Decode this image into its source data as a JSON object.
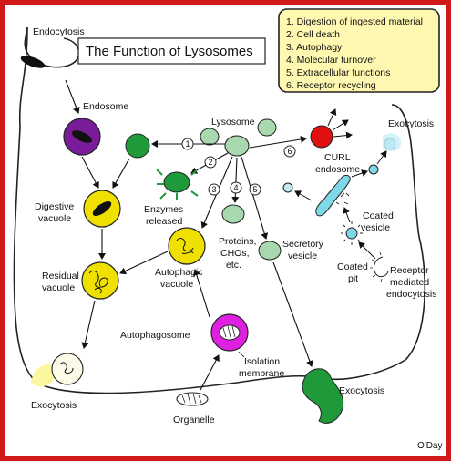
{
  "title": "The Function of Lysosomes",
  "legend": {
    "items": [
      "1. Digestion of ingested material",
      "2. Cell death",
      "3. Autophagy",
      "4. Molecular turnover",
      "5. Extracellular functions",
      "6. Receptor recycling"
    ]
  },
  "labels": {
    "endocytosis": "Endocytosis",
    "endosome": "Endosome",
    "lysosome": "Lysosome",
    "digestive_vacuole_1": "Digestive",
    "digestive_vacuole_2": "vacuole",
    "residual_vacuole_1": "Residual",
    "residual_vacuole_2": "vacuole",
    "enzymes_released_1": "Enzymes",
    "enzymes_released_2": "released",
    "autophagic_vacuole_1": "Autophagic",
    "autophagic_vacuole_2": "vacuole",
    "proteins_1": "Proteins,",
    "proteins_2": "CHOs,",
    "proteins_3": "etc.",
    "secretory_vesicle_1": "Secretory",
    "secretory_vesicle_2": "vesicle",
    "curl_endosome_1": "CURL",
    "curl_endosome_2": "endosome",
    "exocytosis_top": "Exocytosis",
    "coated_vesicle_1": "Coated",
    "coated_vesicle_2": "vesicle",
    "coated_pit_1": "Coated",
    "coated_pit_2": "pit",
    "receptor_endo_1": "Receptor",
    "receptor_endo_2": "mediated",
    "receptor_endo_3": "endocytosis",
    "autophagosome": "Autophagosome",
    "isolation_membrane_1": "Isolation",
    "isolation_membrane_2": "membrane",
    "organelle": "Organelle",
    "exocytosis_left": "Exocytosis",
    "exocytosis_right": "Exocytosis",
    "credit": "O'Day"
  },
  "pathway_numbers": [
    "1",
    "2",
    "3",
    "4",
    "5",
    "6"
  ],
  "colors": {
    "border": "#d01818",
    "endosome": "#7a1c9a",
    "lysosome": "#a8d8b0",
    "vacuole": "#f0e000",
    "green_vesicle": "#1e9a3a",
    "curl_red": "#e01010",
    "cyan": "#7fd8e8",
    "autophagosome": "#e020e0",
    "legend_bg": "#fff8b0"
  }
}
